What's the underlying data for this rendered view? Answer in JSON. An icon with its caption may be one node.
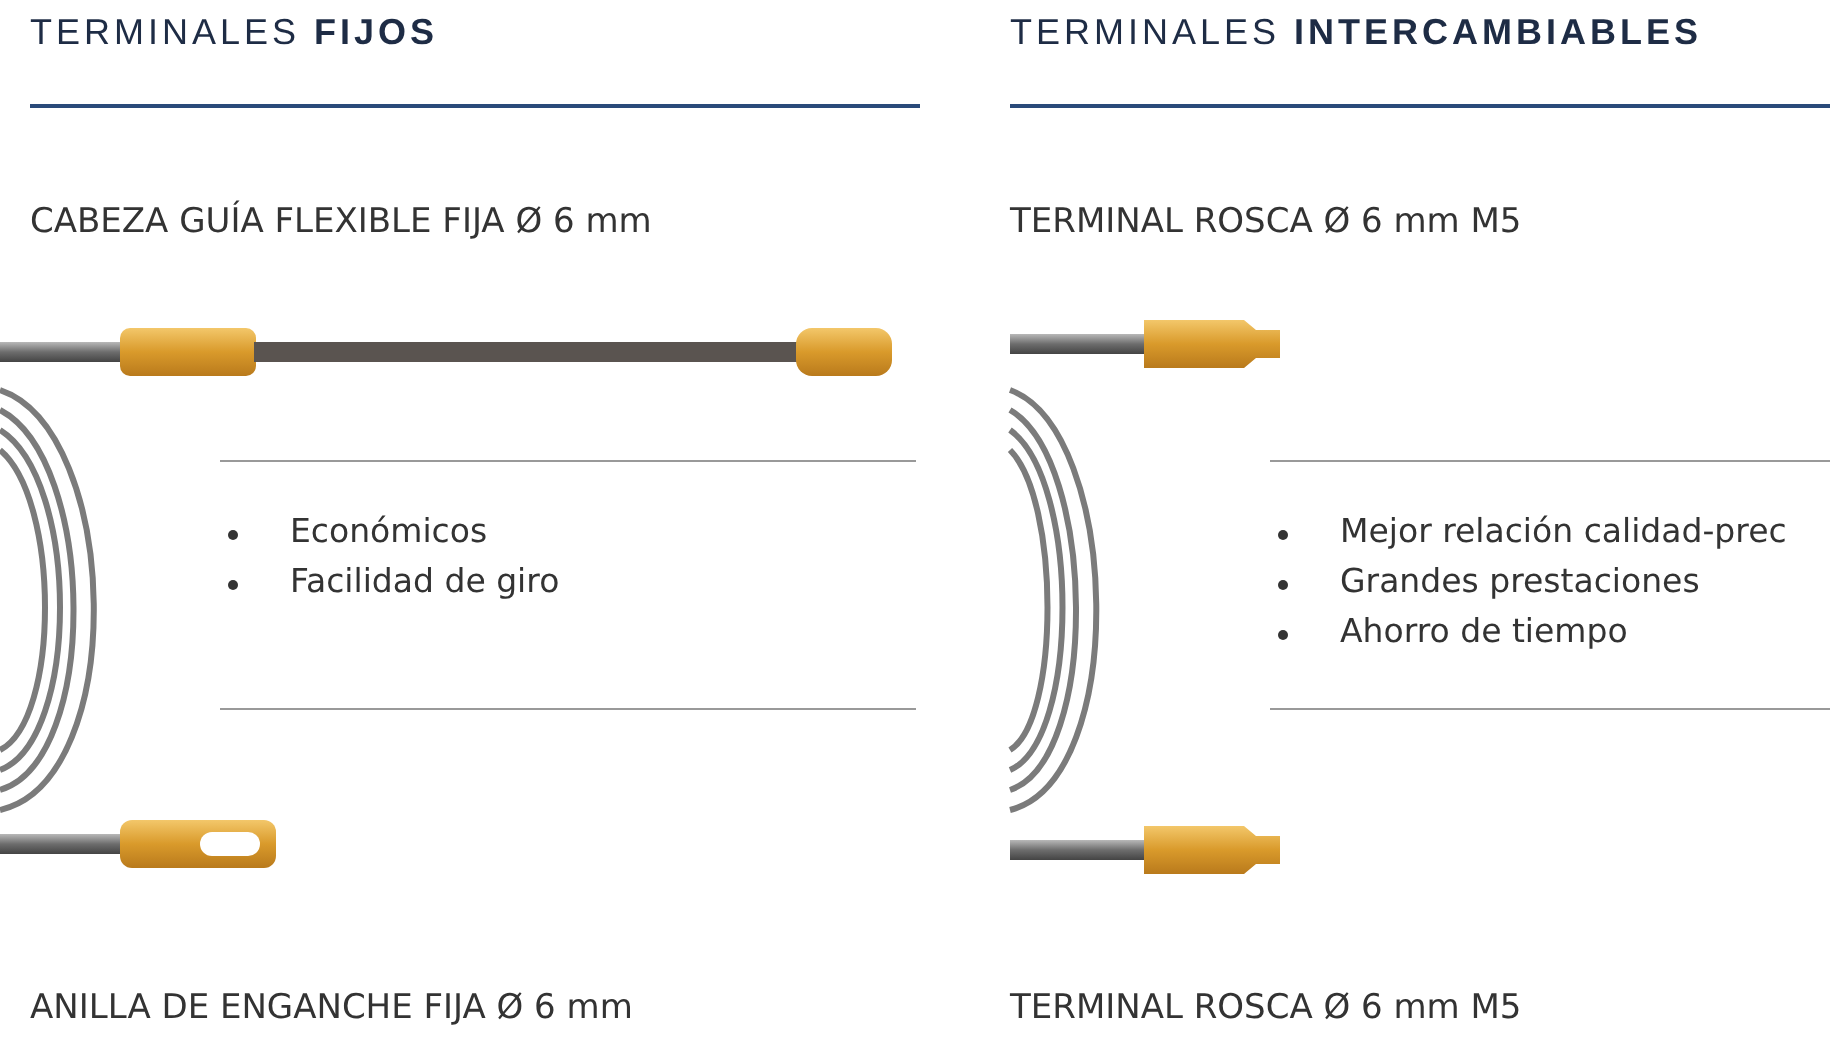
{
  "diagram": {
    "labels": [
      "TERMINALES **FIJOS**",
      "TERMINALES **INTERCAMBIABLES**",
      "CABEZA GUÍA FLEXIBLE FIJA Ø 6 mm",
      "TERMINAL ROSCA Ø 6 mm M5",
      "Económicos",
      "Mejor relación calidad-prec",
      "Facilidad de giro",
      "Grandes prestaciones",
      "Ahorro de tiempo",
      "ANILLA DE ENGANCHE FIJA Ø 6 mm",
      "TERMINAL ROSCA Ø 6 mm M5"
    ]
  }
}
